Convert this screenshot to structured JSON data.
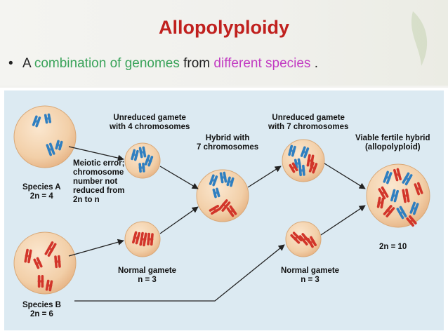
{
  "slide": {
    "title": "Allopolyploidy",
    "bullet": {
      "marker": "•",
      "text_a": "A ",
      "text_b": "combination of genomes",
      "text_c": " from ",
      "text_d": "different species",
      "text_e": " ."
    }
  },
  "figure": {
    "labels": {
      "unreduced_4": [
        "Unreduced gamete",
        "with 4 chromosomes"
      ],
      "hybrid_7": [
        "Hybrid with",
        "7 chromosomes"
      ],
      "unreduced_7": [
        "Unreduced gamete",
        "with 7 chromosomes"
      ],
      "viable": [
        "Viable fertile hybrid",
        "(allopolyploid)"
      ],
      "meiotic": [
        "Meiotic error;",
        "chromosome",
        "number not",
        "reduced from",
        "2n to n"
      ],
      "species_a": [
        "Species A",
        "2n = 4"
      ],
      "species_b": [
        "Species B",
        "2n = 6"
      ],
      "normal_gamete_1": [
        "Normal gamete",
        "n = 3"
      ],
      "normal_gamete_2": [
        "Normal gamete",
        "n = 3"
      ],
      "final": [
        "2n = 10"
      ]
    },
    "colors": {
      "cell_fill": "#f2cfa8",
      "chromosome_blue": "#2f7fc1",
      "chromosome_red": "#d2352a",
      "background": "#dceaf2",
      "arrow": "#222222"
    }
  }
}
